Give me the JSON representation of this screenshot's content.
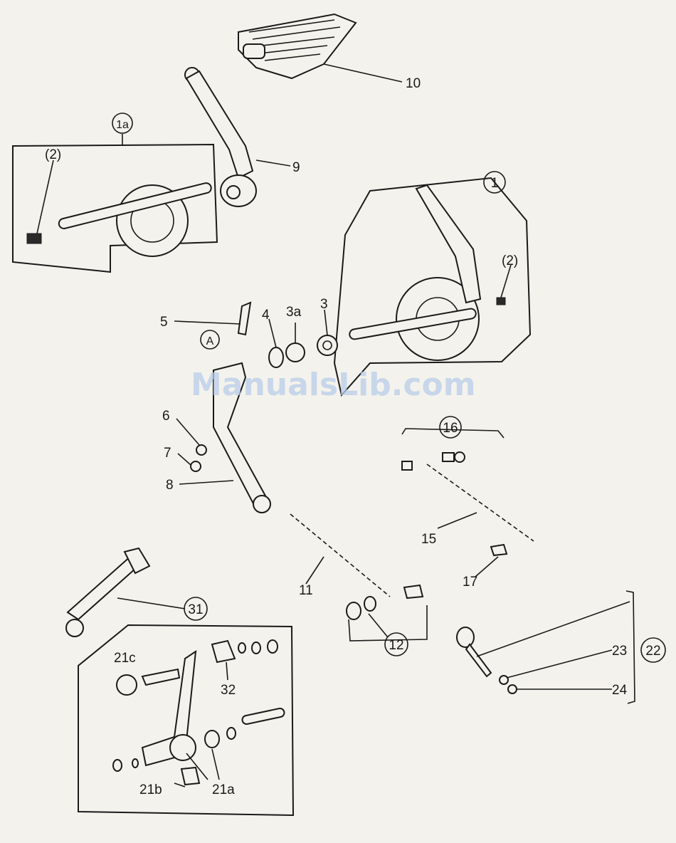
{
  "watermark": "ManualsLib.com",
  "callouts": [
    {
      "id": "10",
      "circled": false
    },
    {
      "id": "9",
      "circled": false
    },
    {
      "id": "1a",
      "circled": true
    },
    {
      "id": "(2)",
      "circled": false
    },
    {
      "id": "1",
      "circled": true
    },
    {
      "id": "(2)",
      "circled": false
    },
    {
      "id": "5",
      "circled": false
    },
    {
      "id": "A",
      "circled": true
    },
    {
      "id": "4",
      "circled": false
    },
    {
      "id": "3a",
      "circled": false
    },
    {
      "id": "3",
      "circled": false
    },
    {
      "id": "6",
      "circled": false
    },
    {
      "id": "7",
      "circled": false
    },
    {
      "id": "8",
      "circled": false
    },
    {
      "id": "16",
      "circled": true
    },
    {
      "id": "15",
      "circled": false
    },
    {
      "id": "17",
      "circled": false
    },
    {
      "id": "11",
      "circled": false
    },
    {
      "id": "12",
      "circled": true
    },
    {
      "id": "31",
      "circled": true
    },
    {
      "id": "21c",
      "circled": false
    },
    {
      "id": "32",
      "circled": false
    },
    {
      "id": "21b",
      "circled": false
    },
    {
      "id": "21a",
      "circled": false
    },
    {
      "id": "23",
      "circled": false
    },
    {
      "id": "22",
      "circled": true
    },
    {
      "id": "24",
      "circled": false
    }
  ]
}
